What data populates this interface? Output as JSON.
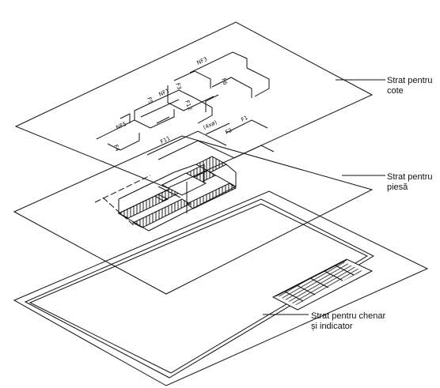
{
  "layers": [
    {
      "id": "cote",
      "label_lines": [
        "Strat pentru",
        "cote"
      ]
    },
    {
      "id": "piesa",
      "label_lines": [
        "Strat pentru",
        "piesă"
      ]
    },
    {
      "id": "chenar",
      "label_lines": [
        "Strat pentru chenar",
        "și indicator"
      ]
    }
  ],
  "dimension_labels": [
    "NF1",
    "NF3",
    "NF5",
    "F1",
    "F2",
    "F3",
    "F4",
    "F5",
    "F6",
    "F11",
    "F12",
    "(4xø)"
  ],
  "colors": {
    "line": "#111111",
    "background": "#ffffff",
    "hatch": "#222222"
  }
}
